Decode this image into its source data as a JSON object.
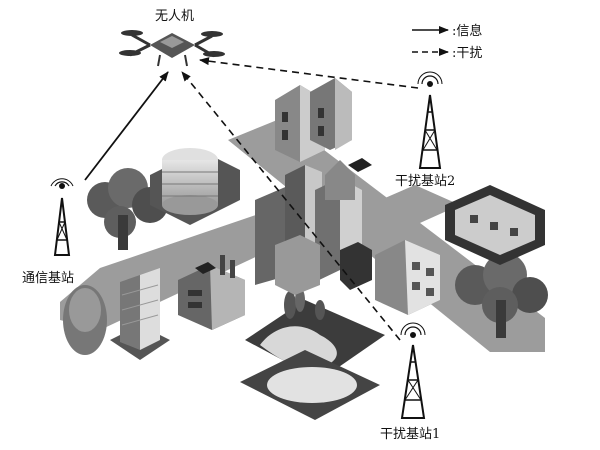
{
  "labels": {
    "uav": "无人机",
    "comm_station": "通信基站",
    "jammer_1": "干扰基站1",
    "jammer_2": "干扰基站2"
  },
  "legend": {
    "info": ":信息",
    "jamming": ":干扰"
  }
}
